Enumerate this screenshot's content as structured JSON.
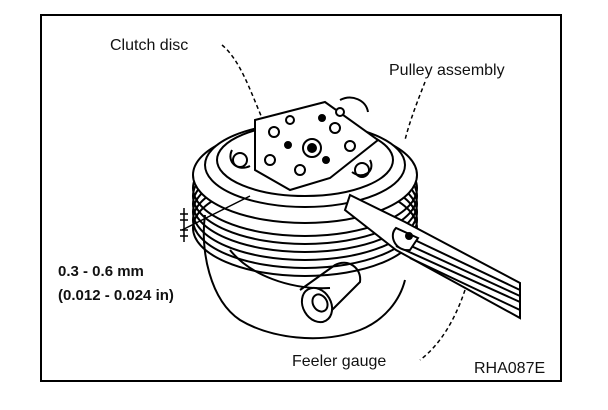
{
  "labels": {
    "clutch_disc": "Clutch disc",
    "pulley_assembly": "Pulley assembly",
    "clearance_mm": "0.3 - 0.6 mm",
    "clearance_in": "(0.012 - 0.024 in)",
    "feeler_gauge": "Feeler gauge",
    "figure_code": "RHA087E"
  }
}
